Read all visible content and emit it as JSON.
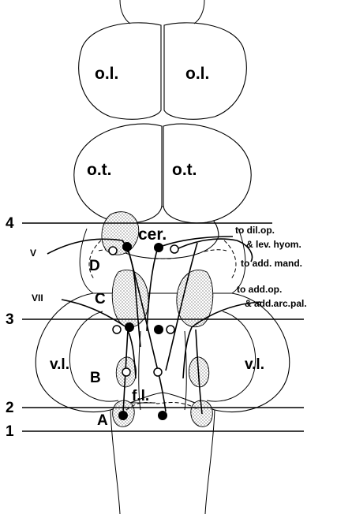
{
  "labels": {
    "optic_lobe_left": "o.l.",
    "optic_lobe_right": "o.l.",
    "optic_tectum_left": "o.t.",
    "optic_tectum_right": "o.t.",
    "cerebellum": "cer.",
    "vagal_lobe_left": "v.l.",
    "vagal_lobe_right": "v.l.",
    "group_a": "A",
    "group_b": "B",
    "group_c": "C",
    "group_d": "D",
    "fasciculus": "f.l.",
    "nerve_v": "V",
    "nerve_vii": "VII"
  },
  "targets": {
    "dil_op_line1": "to dil.op.",
    "dil_op_line2": "& lev. hyom.",
    "add_mand": "to add. mand.",
    "add_op_line1": "to add.op.",
    "add_op_line2": "& add.arc.pal."
  },
  "levels": [
    "4",
    "3",
    "2",
    "1"
  ]
}
